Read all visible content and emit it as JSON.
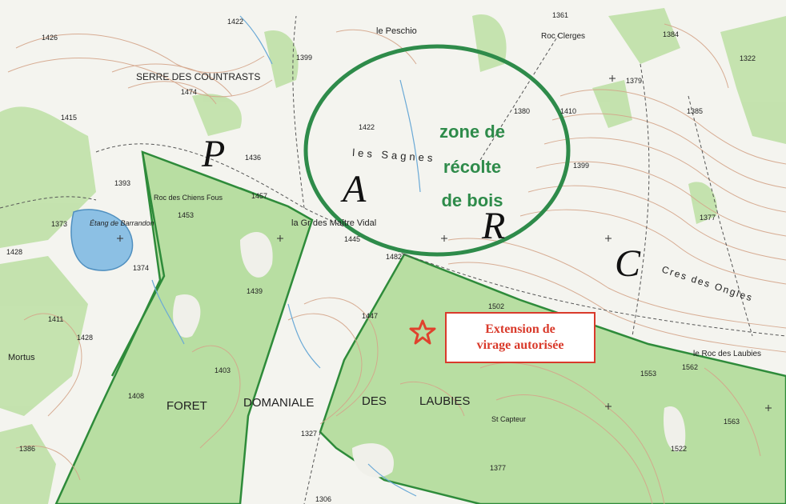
{
  "map": {
    "letters": [
      "P",
      "A",
      "R",
      "C"
    ],
    "zone_label_lines": [
      "zone de",
      "récolte",
      "de bois"
    ],
    "callout_lines": [
      "Extension de",
      "virage autorisée"
    ],
    "forest_name_words": [
      "FORET",
      "DOMANIALE",
      "DES",
      "LAUBIES"
    ],
    "place_names": {
      "serre": "SERRE DES COUNTRASTS",
      "sagnes": "les Sagnes",
      "peschio": "le Peschio",
      "roc_clerges": "Roc Clerges",
      "roc_chiens_fous": "Roc des Chiens Fous",
      "etang": "Étang de Barrandon",
      "mortus": "Mortus",
      "gr": "la Gr des Maître Vidal",
      "cres": "Cres des Ongles",
      "roc_laubies": "le Roc des Laubies",
      "capteur": "St Capteur"
    },
    "elevations": [
      "1426",
      "1422",
      "1415",
      "1393",
      "1373",
      "1428",
      "1411",
      "1428",
      "1386",
      "1408",
      "1403",
      "1439",
      "1453",
      "1457",
      "1436",
      "1474",
      "1422",
      "1380",
      "1410",
      "1399",
      "1379",
      "1385",
      "1377",
      "1384",
      "1322",
      "1361",
      "1399",
      "1445",
      "1482",
      "1447",
      "1502",
      "1553",
      "1562",
      "1522",
      "1563",
      "1327",
      "1377",
      "1306",
      "1374"
    ],
    "colors": {
      "forest_fill": "#b8dea2",
      "forest_border": "#2e8b3a",
      "zone_ellipse": "#2e8b4a",
      "callout_border": "#d93a2b",
      "star": "#e0412d",
      "lake": "#8cc0e4",
      "contour": "#d4a58a"
    },
    "marker_icon": "star-icon"
  }
}
